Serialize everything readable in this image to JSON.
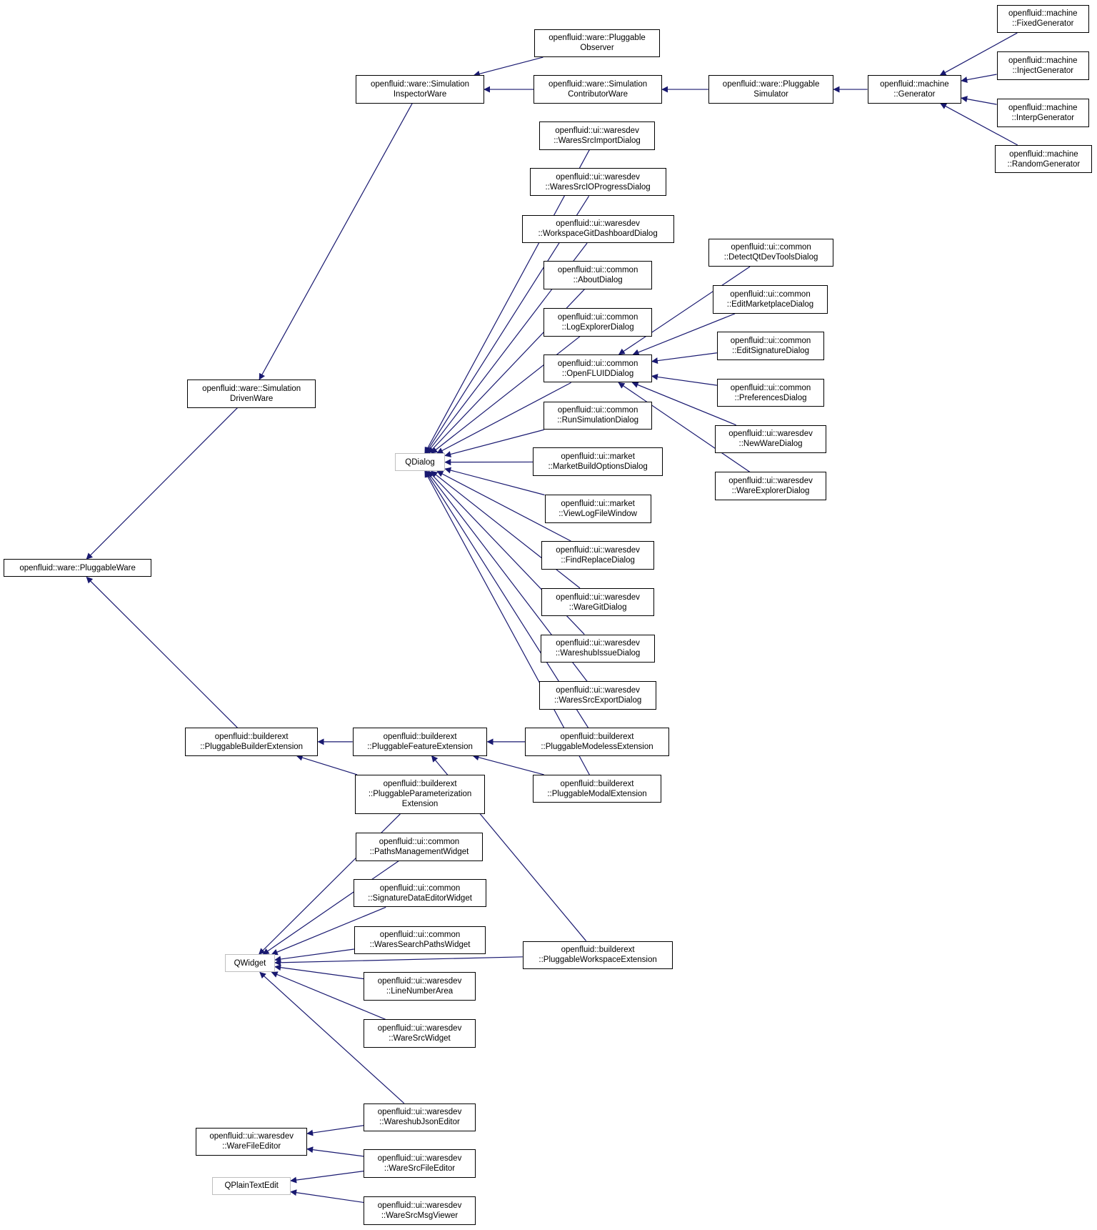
{
  "colors": {
    "edge": "#191970",
    "box_border": "#000000",
    "external_box_border": "#bfbfbf",
    "text": "#000000"
  },
  "nodes": {
    "n_fixed": {
      "label": "openfluid::machine\n::FixedGenerator"
    },
    "n_inject": {
      "label": "openfluid::machine\n::InjectGenerator"
    },
    "n_interp": {
      "label": "openfluid::machine\n::InterpGenerator"
    },
    "n_random": {
      "label": "openfluid::machine\n::RandomGenerator"
    },
    "n_generator": {
      "label": "openfluid::machine\n::Generator"
    },
    "n_psim": {
      "label": "openfluid::ware::Pluggable\nSimulator"
    },
    "n_pobs": {
      "label": "openfluid::ware::Pluggable\nObserver"
    },
    "n_scw": {
      "label": "openfluid::ware::Simulation\nContributorWare"
    },
    "n_siw": {
      "label": "openfluid::ware::Simulation\nInspectorWare"
    },
    "n_sdw": {
      "label": "openfluid::ware::Simulation\nDrivenWare"
    },
    "n_pw": {
      "label": "openfluid::ware::PluggableWare"
    },
    "n_qdialog": {
      "label": "QDialog",
      "external": true
    },
    "n_wsimport": {
      "label": "openfluid::ui::waresdev\n::WaresSrcImportDialog"
    },
    "n_wsio": {
      "label": "openfluid::ui::waresdev\n::WaresSrcIOProgressDialog"
    },
    "n_wgd": {
      "label": "openfluid::ui::waresdev\n::WorkspaceGitDashboardDialog"
    },
    "n_about": {
      "label": "openfluid::ui::common\n::AboutDialog"
    },
    "n_logexp": {
      "label": "openfluid::ui::common\n::LogExplorerDialog"
    },
    "n_ofd": {
      "label": "openfluid::ui::common\n::OpenFLUIDDialog"
    },
    "n_runsim": {
      "label": "openfluid::ui::common\n::RunSimulationDialog"
    },
    "n_mbo": {
      "label": "openfluid::ui::market\n::MarketBuildOptionsDialog"
    },
    "n_vlfw": {
      "label": "openfluid::ui::market\n::ViewLogFileWindow"
    },
    "n_findrep": {
      "label": "openfluid::ui::waresdev\n::FindReplaceDialog"
    },
    "n_waregit": {
      "label": "openfluid::ui::waresdev\n::WareGitDialog"
    },
    "n_whissue": {
      "label": "openfluid::ui::waresdev\n::WareshubIssueDialog"
    },
    "n_wsexport": {
      "label": "openfluid::ui::waresdev\n::WaresSrcExportDialog"
    },
    "n_detect": {
      "label": "openfluid::ui::common\n::DetectQtDevToolsDialog"
    },
    "n_editmkt": {
      "label": "openfluid::ui::common\n::EditMarketplaceDialog"
    },
    "n_editsig": {
      "label": "openfluid::ui::common\n::EditSignatureDialog"
    },
    "n_prefs": {
      "label": "openfluid::ui::common\n::PreferencesDialog"
    },
    "n_newware": {
      "label": "openfluid::ui::waresdev\n::NewWareDialog"
    },
    "n_wareexp": {
      "label": "openfluid::ui::waresdev\n::WareExplorerDialog"
    },
    "n_pbe": {
      "label": "openfluid::builderext\n::PluggableBuilderExtension"
    },
    "n_pfe": {
      "label": "openfluid::builderext\n::PluggableFeatureExtension"
    },
    "n_pmodeless": {
      "label": "openfluid::builderext\n::PluggableModelessExtension"
    },
    "n_pmodal": {
      "label": "openfluid::builderext\n::PluggableModalExtension"
    },
    "n_pparam": {
      "label": "openfluid::builderext\n::PluggableParameterization\nExtension"
    },
    "n_pws": {
      "label": "openfluid::builderext\n::PluggableWorkspaceExtension"
    },
    "n_qwidget": {
      "label": "QWidget",
      "external": true
    },
    "n_pathsmw": {
      "label": "openfluid::ui::common\n::PathsManagementWidget"
    },
    "n_sigdata": {
      "label": "openfluid::ui::common\n::SignatureDataEditorWidget"
    },
    "n_wsearch": {
      "label": "openfluid::ui::common\n::WaresSearchPathsWidget"
    },
    "n_linenum": {
      "label": "openfluid::ui::waresdev\n::LineNumberArea"
    },
    "n_wsrcw": {
      "label": "openfluid::ui::waresdev\n::WareSrcWidget"
    },
    "n_whjson": {
      "label": "openfluid::ui::waresdev\n::WareshubJsonEditor"
    },
    "n_wfe": {
      "label": "openfluid::ui::waresdev\n::WareFileEditor"
    },
    "n_wsrcfe": {
      "label": "openfluid::ui::waresdev\n::WareSrcFileEditor"
    },
    "n_qpte": {
      "label": "QPlainTextEdit",
      "external": true
    },
    "n_wsrcmsg": {
      "label": "openfluid::ui::waresdev\n::WareSrcMsgViewer"
    }
  },
  "edges": [
    [
      "n_fixed",
      "n_generator"
    ],
    [
      "n_inject",
      "n_generator"
    ],
    [
      "n_interp",
      "n_generator"
    ],
    [
      "n_random",
      "n_generator"
    ],
    [
      "n_generator",
      "n_psim"
    ],
    [
      "n_psim",
      "n_scw"
    ],
    [
      "n_scw",
      "n_siw"
    ],
    [
      "n_pobs",
      "n_siw"
    ],
    [
      "n_siw",
      "n_sdw"
    ],
    [
      "n_sdw",
      "n_pw"
    ],
    [
      "n_pbe",
      "n_pw"
    ],
    [
      "n_pfe",
      "n_pbe"
    ],
    [
      "n_pparam",
      "n_pbe"
    ],
    [
      "n_pmodeless",
      "n_pfe"
    ],
    [
      "n_pmodal",
      "n_pfe"
    ],
    [
      "n_pws",
      "n_pfe"
    ],
    [
      "n_wsimport",
      "n_qdialog"
    ],
    [
      "n_wsio",
      "n_qdialog"
    ],
    [
      "n_wgd",
      "n_qdialog"
    ],
    [
      "n_about",
      "n_qdialog"
    ],
    [
      "n_logexp",
      "n_qdialog"
    ],
    [
      "n_ofd",
      "n_qdialog"
    ],
    [
      "n_runsim",
      "n_qdialog"
    ],
    [
      "n_mbo",
      "n_qdialog"
    ],
    [
      "n_vlfw",
      "n_qdialog"
    ],
    [
      "n_findrep",
      "n_qdialog"
    ],
    [
      "n_waregit",
      "n_qdialog"
    ],
    [
      "n_whissue",
      "n_qdialog"
    ],
    [
      "n_wsexport",
      "n_qdialog"
    ],
    [
      "n_pmodeless",
      "n_qdialog"
    ],
    [
      "n_pmodal",
      "n_qdialog"
    ],
    [
      "n_detect",
      "n_ofd"
    ],
    [
      "n_editmkt",
      "n_ofd"
    ],
    [
      "n_editsig",
      "n_ofd"
    ],
    [
      "n_prefs",
      "n_ofd"
    ],
    [
      "n_newware",
      "n_ofd"
    ],
    [
      "n_wareexp",
      "n_ofd"
    ],
    [
      "n_pparam",
      "n_qwidget"
    ],
    [
      "n_pathsmw",
      "n_qwidget"
    ],
    [
      "n_sigdata",
      "n_qwidget"
    ],
    [
      "n_wsearch",
      "n_qwidget"
    ],
    [
      "n_linenum",
      "n_qwidget"
    ],
    [
      "n_wsrcw",
      "n_qwidget"
    ],
    [
      "n_pws",
      "n_qwidget"
    ],
    [
      "n_whjson",
      "n_qwidget"
    ],
    [
      "n_whjson",
      "n_wfe"
    ],
    [
      "n_wsrcfe",
      "n_wfe"
    ],
    [
      "n_wsrcfe",
      "n_qpte"
    ],
    [
      "n_wsrcmsg",
      "n_qpte"
    ]
  ]
}
